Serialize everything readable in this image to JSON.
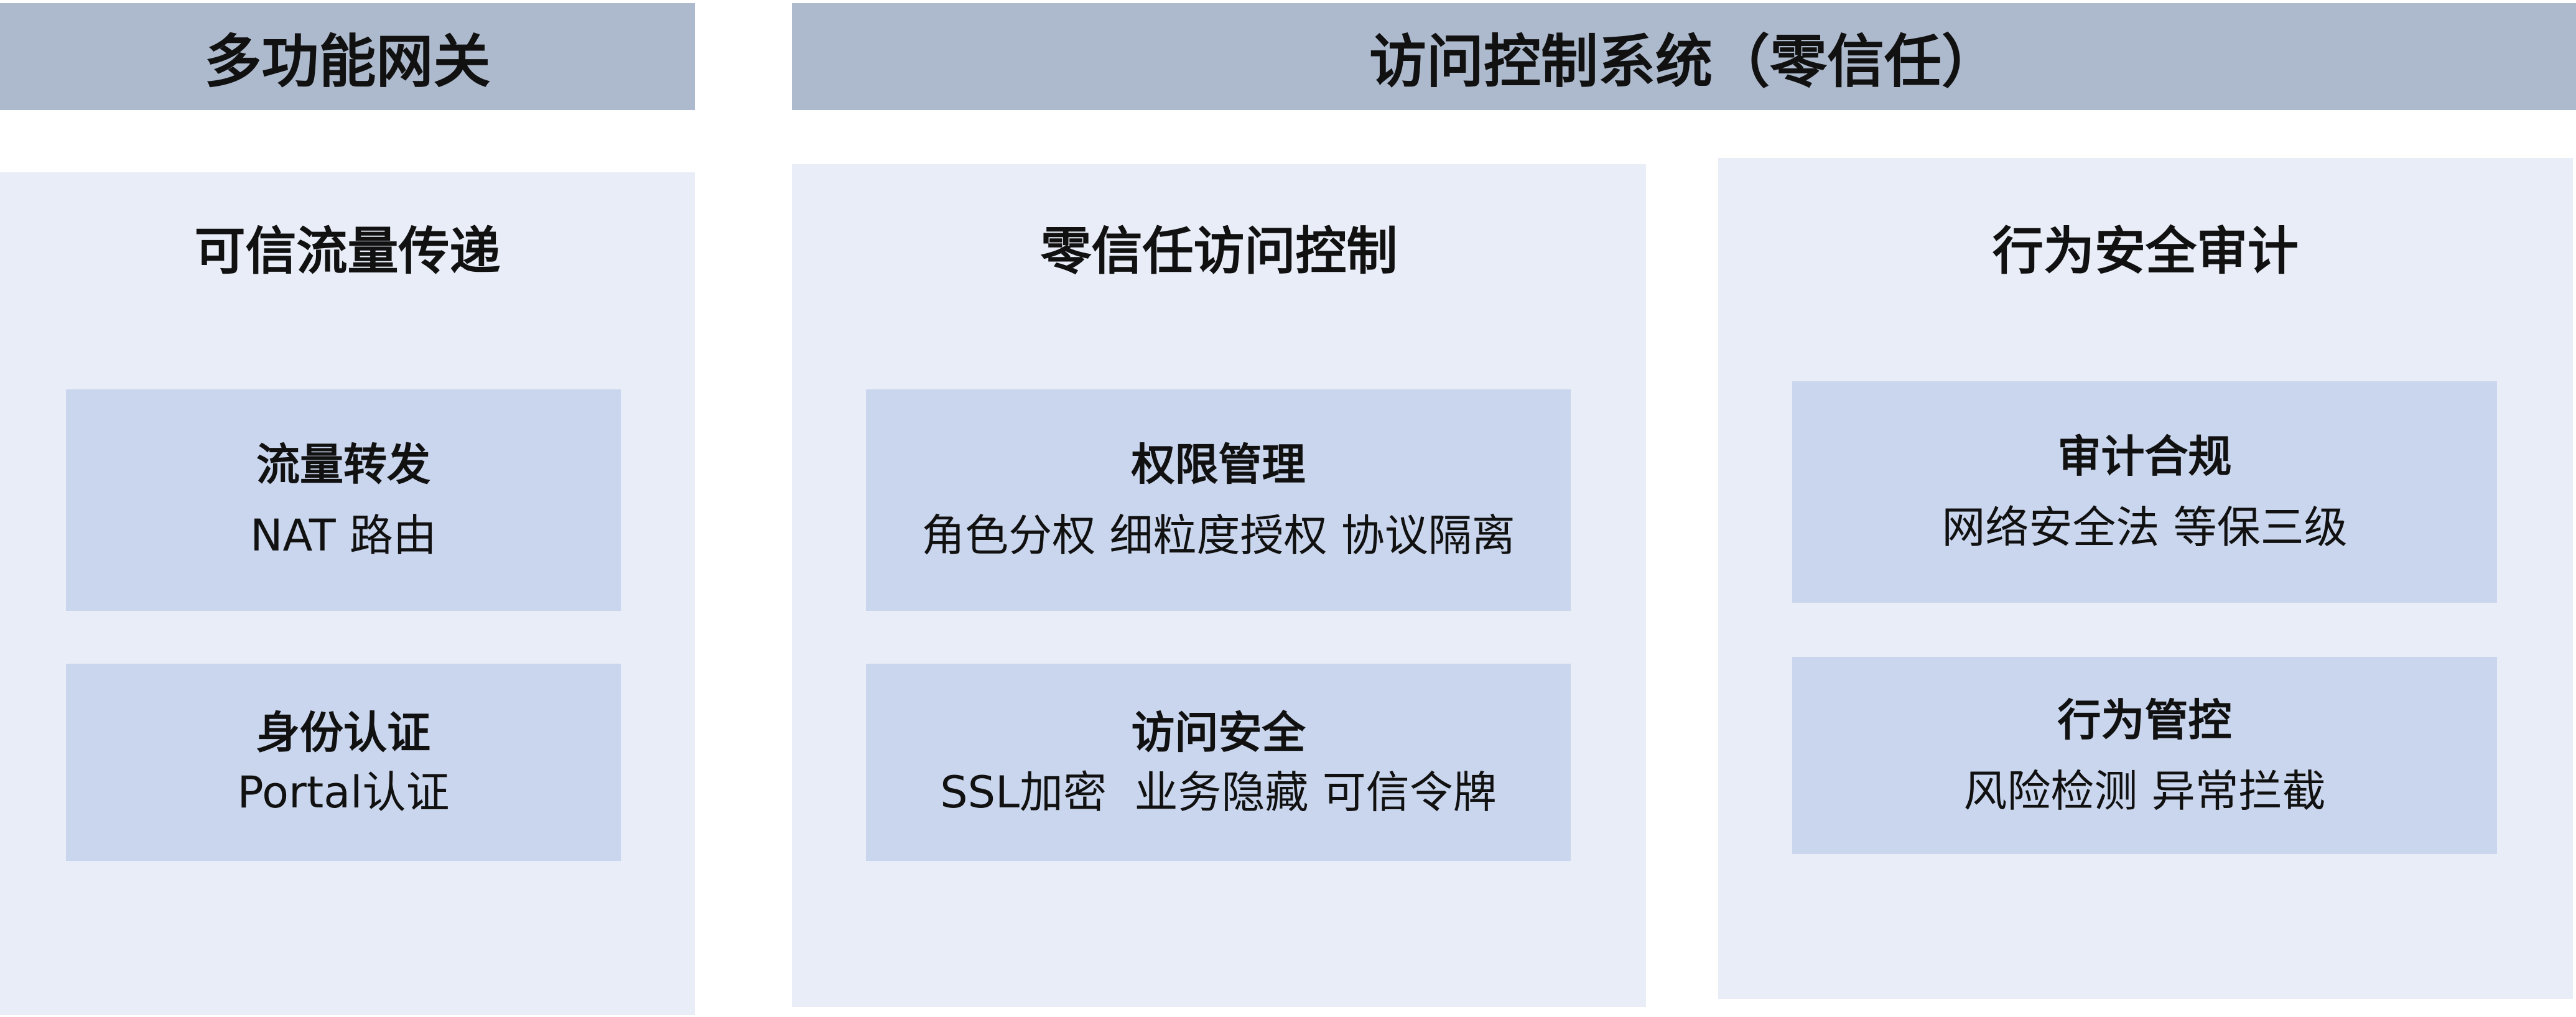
{
  "headers": {
    "gateway": "多功能网关",
    "access_control": "访问控制系统（零信任）"
  },
  "panels": [
    {
      "title": "可信流量传递",
      "boxes": [
        {
          "title": "流量转发",
          "body": "NAT 路由"
        },
        {
          "title": "身份认证",
          "body": "Portal认证"
        }
      ]
    },
    {
      "title": "零信任访问控制",
      "boxes": [
        {
          "title": "权限管理",
          "body": "角色分权 细粒度授权 协议隔离"
        },
        {
          "title": "访问安全",
          "body": "SSL加密  业务隐藏 可信令牌"
        }
      ]
    },
    {
      "title": "行为安全审计",
      "boxes": [
        {
          "title": "审计合规",
          "body": "网络安全法 等保三级"
        },
        {
          "title": "行为管控",
          "body": "风险检测 异常拦截"
        }
      ]
    }
  ],
  "colors": {
    "header": "#adb9cc",
    "panel": "#e8edf7",
    "box": "#cad6ed"
  }
}
